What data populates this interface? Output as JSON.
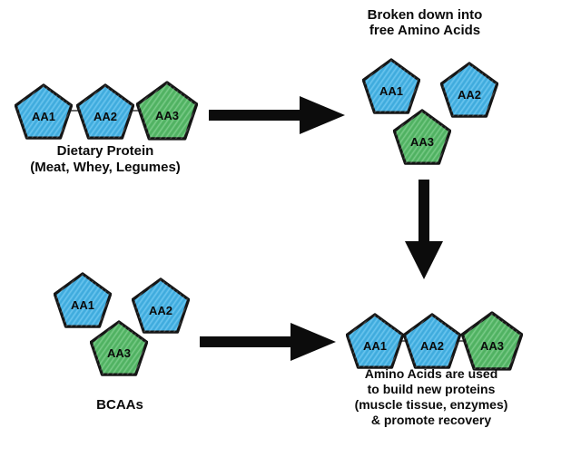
{
  "diagram": {
    "arrow_color": "#0c0c0c",
    "top_left": {
      "units": [
        {
          "label": "AA1",
          "fill": "#45b3e6"
        },
        {
          "label": "AA2",
          "fill": "#45b3e6"
        },
        {
          "label": "AA3",
          "fill": "#55b967"
        }
      ],
      "caption_line1": "Dietary Protein",
      "caption_line2": "(Meat, Whey, Legumes)"
    },
    "top_right": {
      "title_line1": "Broken down into",
      "title_line2": "free Amino Acids",
      "units": [
        {
          "label": "AA1",
          "fill": "#45b3e6"
        },
        {
          "label": "AA2",
          "fill": "#45b3e6"
        },
        {
          "label": "AA3",
          "fill": "#55b967"
        }
      ]
    },
    "bottom_left": {
      "caption": "BCAAs",
      "units": [
        {
          "label": "AA1",
          "fill": "#45b3e6"
        },
        {
          "label": "AA2",
          "fill": "#45b3e6"
        },
        {
          "label": "AA3",
          "fill": "#55b967"
        }
      ]
    },
    "bottom_right": {
      "units": [
        {
          "label": "AA1",
          "fill": "#45b3e6"
        },
        {
          "label": "AA2",
          "fill": "#45b3e6"
        },
        {
          "label": "AA3",
          "fill": "#55b967"
        }
      ],
      "caption_line1": "Amino Acids are used",
      "caption_line2": "to build new proteins",
      "caption_line3": "(muscle tissue, enzymes)",
      "caption_line4": "& promote recovery"
    }
  }
}
